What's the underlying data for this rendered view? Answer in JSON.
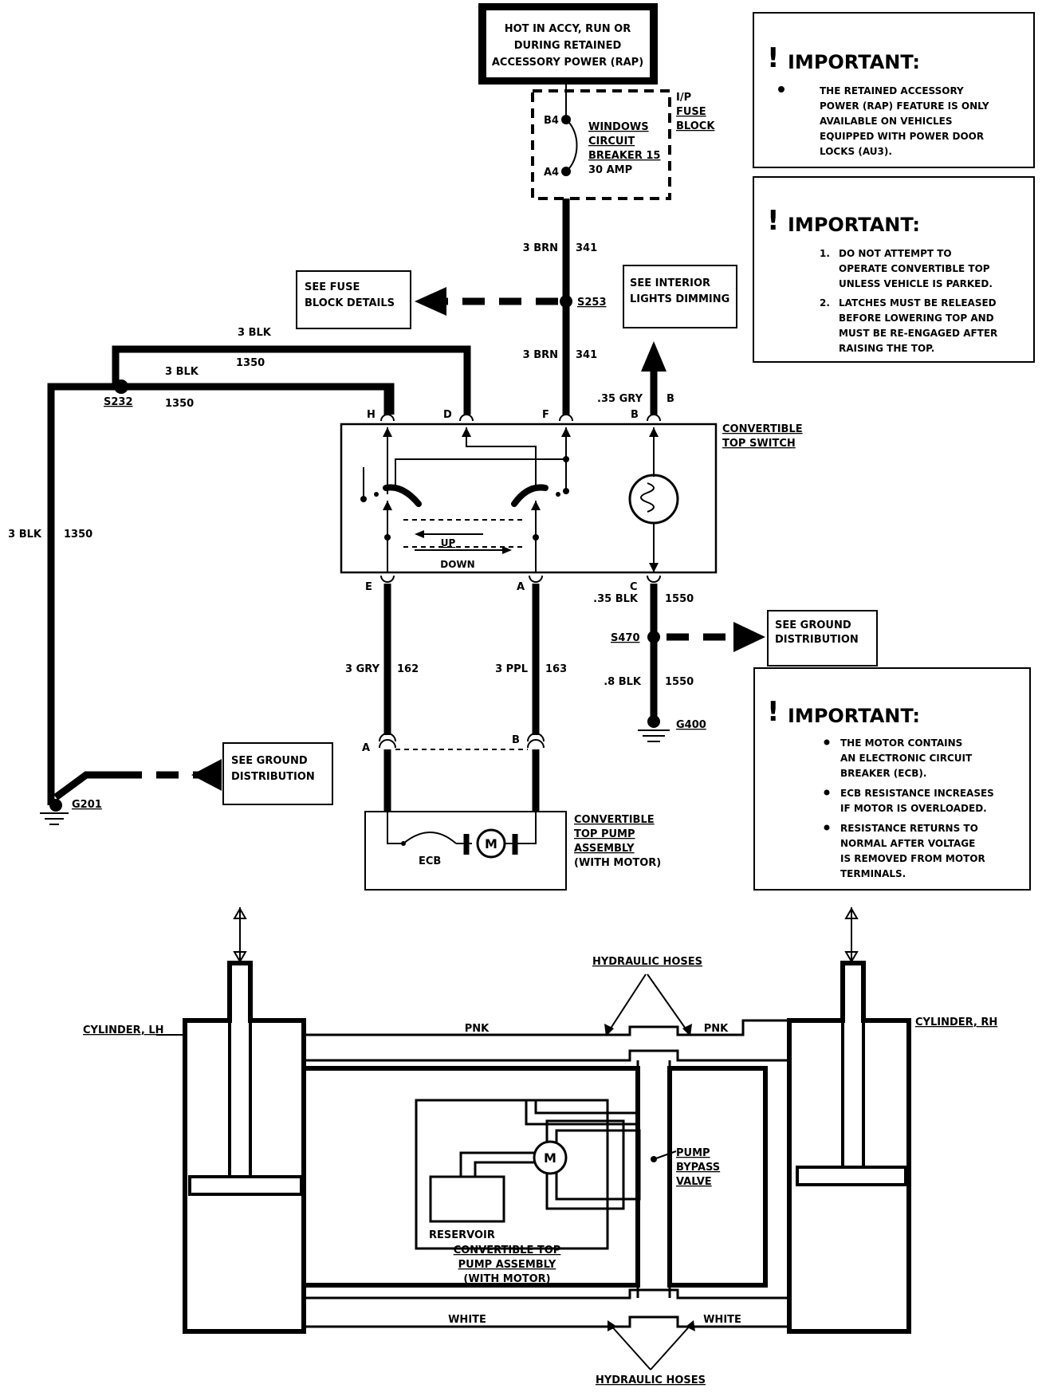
{
  "power": {
    "hot_box": [
      "HOT IN ACCY, RUN OR",
      "DURING RETAINED",
      "ACCESSORY POWER (RAP)"
    ],
    "fuse_block_label": [
      "I/P",
      "FUSE",
      "BLOCK"
    ],
    "breaker_label": [
      "WINDOWS",
      "CIRCUIT",
      "BREAKER 15",
      "30 AMP"
    ],
    "pin_b4": "B4",
    "pin_a4": "A4"
  },
  "wires": {
    "brn_top_color": "3 BRN",
    "brn_top_num": "341",
    "brn_mid_color": "3 BRN",
    "brn_mid_num": "341",
    "blk_upper_color": "3 BLK",
    "blk_upper_num": "1350",
    "blk_lower_color": "3 BLK",
    "blk_lower_num": "1350",
    "blk_left_color": "3 BLK",
    "blk_left_num": "1350",
    "gry_b_color": ".35 GRY",
    "gry_b_pin": "B",
    "blk_c_color": ".35 BLK",
    "blk_c_num": "1550",
    "blk_8_color": ".8 BLK",
    "blk_8_num": "1550",
    "gry162_color": "3 GRY",
    "gry162_num": "162",
    "ppl163_color": "3 PPL",
    "ppl163_num": "163"
  },
  "splices": {
    "s253": "S253",
    "s232": "S232",
    "s470": "S470",
    "g201": "G201",
    "g400": "G400"
  },
  "refs": {
    "fuse_details": [
      "SEE FUSE",
      "BLOCK DETAILS"
    ],
    "interior_lights": [
      "SEE  INTERIOR",
      "LIGHTS  DIMMING"
    ],
    "ground_dist_right": [
      "SEE  GROUND",
      "DISTRIBUTION"
    ],
    "ground_dist_left": [
      "SEE GROUND",
      "DISTRIBUTION"
    ]
  },
  "switch": {
    "title": [
      "CONVERTIBLE",
      "TOP SWITCH"
    ],
    "pins_top": [
      "H",
      "D",
      "F",
      "B"
    ],
    "pins_bottom": [
      "E",
      "A",
      "C"
    ],
    "up": "UP",
    "down": "DOWN"
  },
  "pump": {
    "title": [
      "CONVERTIBLE",
      "TOP PUMP",
      "ASSEMBLY",
      "(WITH MOTOR)"
    ],
    "ecb": "ECB",
    "motor": "M",
    "pin_a": "A",
    "pin_b": "B"
  },
  "important": {
    "heading": "IMPORTANT:",
    "box1_items": [
      [
        "THE RETAINED ACCESSORY",
        "POWER (RAP) FEATURE IS ONLY",
        "AVAILABLE ON VEHICLES",
        "EQUIPPED WITH POWER DOOR",
        "LOCKS (AU3)."
      ]
    ],
    "box2_items": [
      [
        "DO NOT ATTEMPT TO",
        "OPERATE CONVERTIBLE TOP",
        "UNLESS VEHICLE IS PARKED."
      ],
      [
        "LATCHES MUST BE RELEASED",
        "BEFORE LOWERING TOP AND",
        "MUST BE RE-ENGAGED AFTER",
        "RAISING THE TOP."
      ]
    ],
    "box2_numbers": [
      "1.",
      "2."
    ],
    "box3_items": [
      [
        "THE MOTOR CONTAINS",
        "AN ELECTRONIC CIRCUIT",
        "BREAKER (ECB)."
      ],
      [
        "ECB RESISTANCE INCREASES",
        "IF MOTOR IS OVERLOADED."
      ],
      [
        "RESISTANCE RETURNS TO",
        "NORMAL AFTER VOLTAGE",
        "IS REMOVED FROM MOTOR",
        "TERMINALS."
      ]
    ]
  },
  "hydraulic": {
    "hoses_top": "HYDRAULIC HOSES",
    "hoses_bottom": "HYDRAULIC HOSES",
    "cyl_lh": "CYLINDER, LH",
    "cyl_rh": "CYLINDER, RH",
    "pnk_left": "PNK",
    "pnk_right": "PNK",
    "white_left": "WHITE",
    "white_right": "WHITE",
    "reservoir": "RESERVOIR",
    "bypass": [
      "PUMP",
      "BYPASS",
      "VALVE"
    ],
    "assembly": [
      "CONVERTIBLE TOP",
      "PUMP ASSEMBLY",
      "(WITH MOTOR)"
    ],
    "motor": "M"
  }
}
